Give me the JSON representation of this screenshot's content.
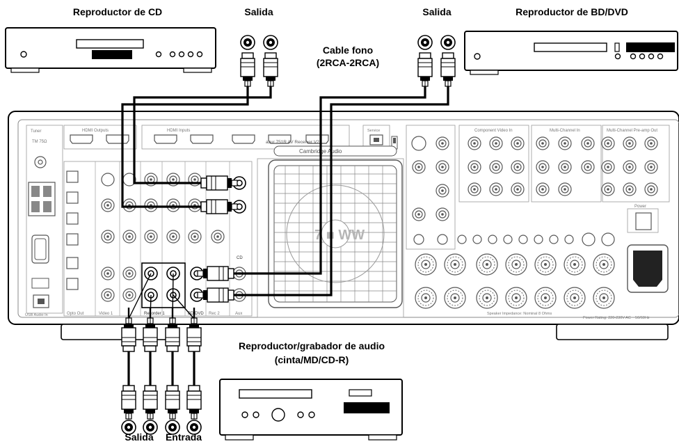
{
  "labels": {
    "cd_player": "Reproductor de CD",
    "output_left": "Salida",
    "output_right": "Salida",
    "bd_dvd_player": "Reproductor de BD/DVD",
    "cable_line1": "Cable fono",
    "cable_line2": "(2RCA-2RCA)",
    "recorder_line1": "Reproductor/grabador de audio",
    "recorder_line2": "(cinta/MD/CD-R)",
    "bottom_output": "Salida",
    "bottom_input": "Entrada"
  },
  "receiver": {
    "model": "azur 751R AV Receiver V2",
    "brand": "Cambridge Audio",
    "section_hdmi_out": "HDMI Outputs",
    "section_hdmi_in": "HDMI Inputs",
    "section_component": "Component Video In",
    "section_multich_in": "Multi-Channel In",
    "section_multich_out": "Multi-Channel Pre-amp Out",
    "tuner": "Tuner",
    "power_label": "Power",
    "power_rating": "Power Rating: 220-230V AC ~ 50/60Hz",
    "speaker_imp": "Speaker Impedance: Nominal 8 Ohms",
    "recorder1": "Recorder 1",
    "bd_dvd": "BD/DVD",
    "rec2": "Rec 2",
    "aux": "Aux",
    "cd": "CD",
    "video1": "Video 1",
    "opto_out": "Opto Out",
    "usb_audio_in": "USB Audio In",
    "service": "Service",
    "fan_watermark": "7 ■ WW"
  },
  "colors": {
    "line": "#000000",
    "panel_fill": "#ffffff",
    "grey": "#9a9a9a",
    "dark": "#111111"
  }
}
